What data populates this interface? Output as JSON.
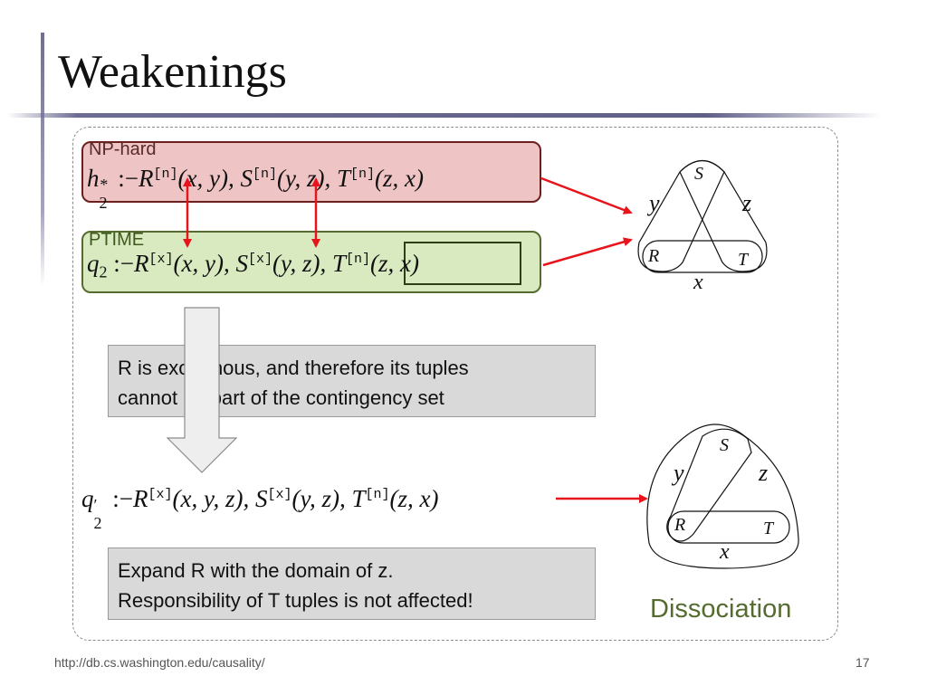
{
  "slide": {
    "title": "Weakenings",
    "footer_url": "http://db.cs.washington.edu/causality/",
    "page_number": "17"
  },
  "np_box": {
    "label": "NP-hard",
    "head": "h",
    "head_sup": "*",
    "head_sub": "2",
    "sep": " :−",
    "atoms": [
      {
        "rel": "R",
        "ann": "[n]",
        "args": "(x, y),"
      },
      {
        "rel": "S",
        "ann": "[n]",
        "args": "(y, z),"
      },
      {
        "rel": "T",
        "ann": "[n]",
        "args": "(z, x)"
      }
    ]
  },
  "ptime_box": {
    "label": "PTIME",
    "head": "q",
    "head_sub": "2",
    "sep": " :−",
    "atoms": [
      {
        "rel": "R",
        "ann": "[x]",
        "args": "(x, y),"
      },
      {
        "rel": "S",
        "ann": "[x]",
        "args": "(y, z),"
      },
      {
        "rel": "T",
        "ann": "[n]",
        "args": "(z, x)"
      }
    ]
  },
  "dissociated_query": {
    "head": "q",
    "head_prime": "′",
    "head_sub": "2",
    "sep": " :−",
    "atoms": [
      {
        "rel": "R",
        "ann": "[x]",
        "args": "(x, y, z),"
      },
      {
        "rel": "S",
        "ann": "[x]",
        "args": "(y, z),"
      },
      {
        "rel": "T",
        "ann": "[n]",
        "args": "(z, x)"
      }
    ]
  },
  "note1": {
    "line1": "R is exogenous, and therefore its tuples",
    "line2": "cannot be part of the contingency set"
  },
  "note2": {
    "line1": "Expand R with the domain of z.",
    "line2": "Responsibility of T tuples is not affected!"
  },
  "hypergraph_top": {
    "S": "S",
    "R": "R",
    "T": "T",
    "x": "x",
    "y": "y",
    "z": "z"
  },
  "hypergraph_bottom": {
    "S": "S",
    "R": "R",
    "T": "T",
    "x": "x",
    "y": "y",
    "z": "z"
  },
  "dissociation_label": "Dissociation",
  "colors": {
    "np_fill": "#efc4c4",
    "ptime_fill": "#d9eac0",
    "arrow_red": "#e8141c",
    "dissociation_text": "#556b2f"
  }
}
